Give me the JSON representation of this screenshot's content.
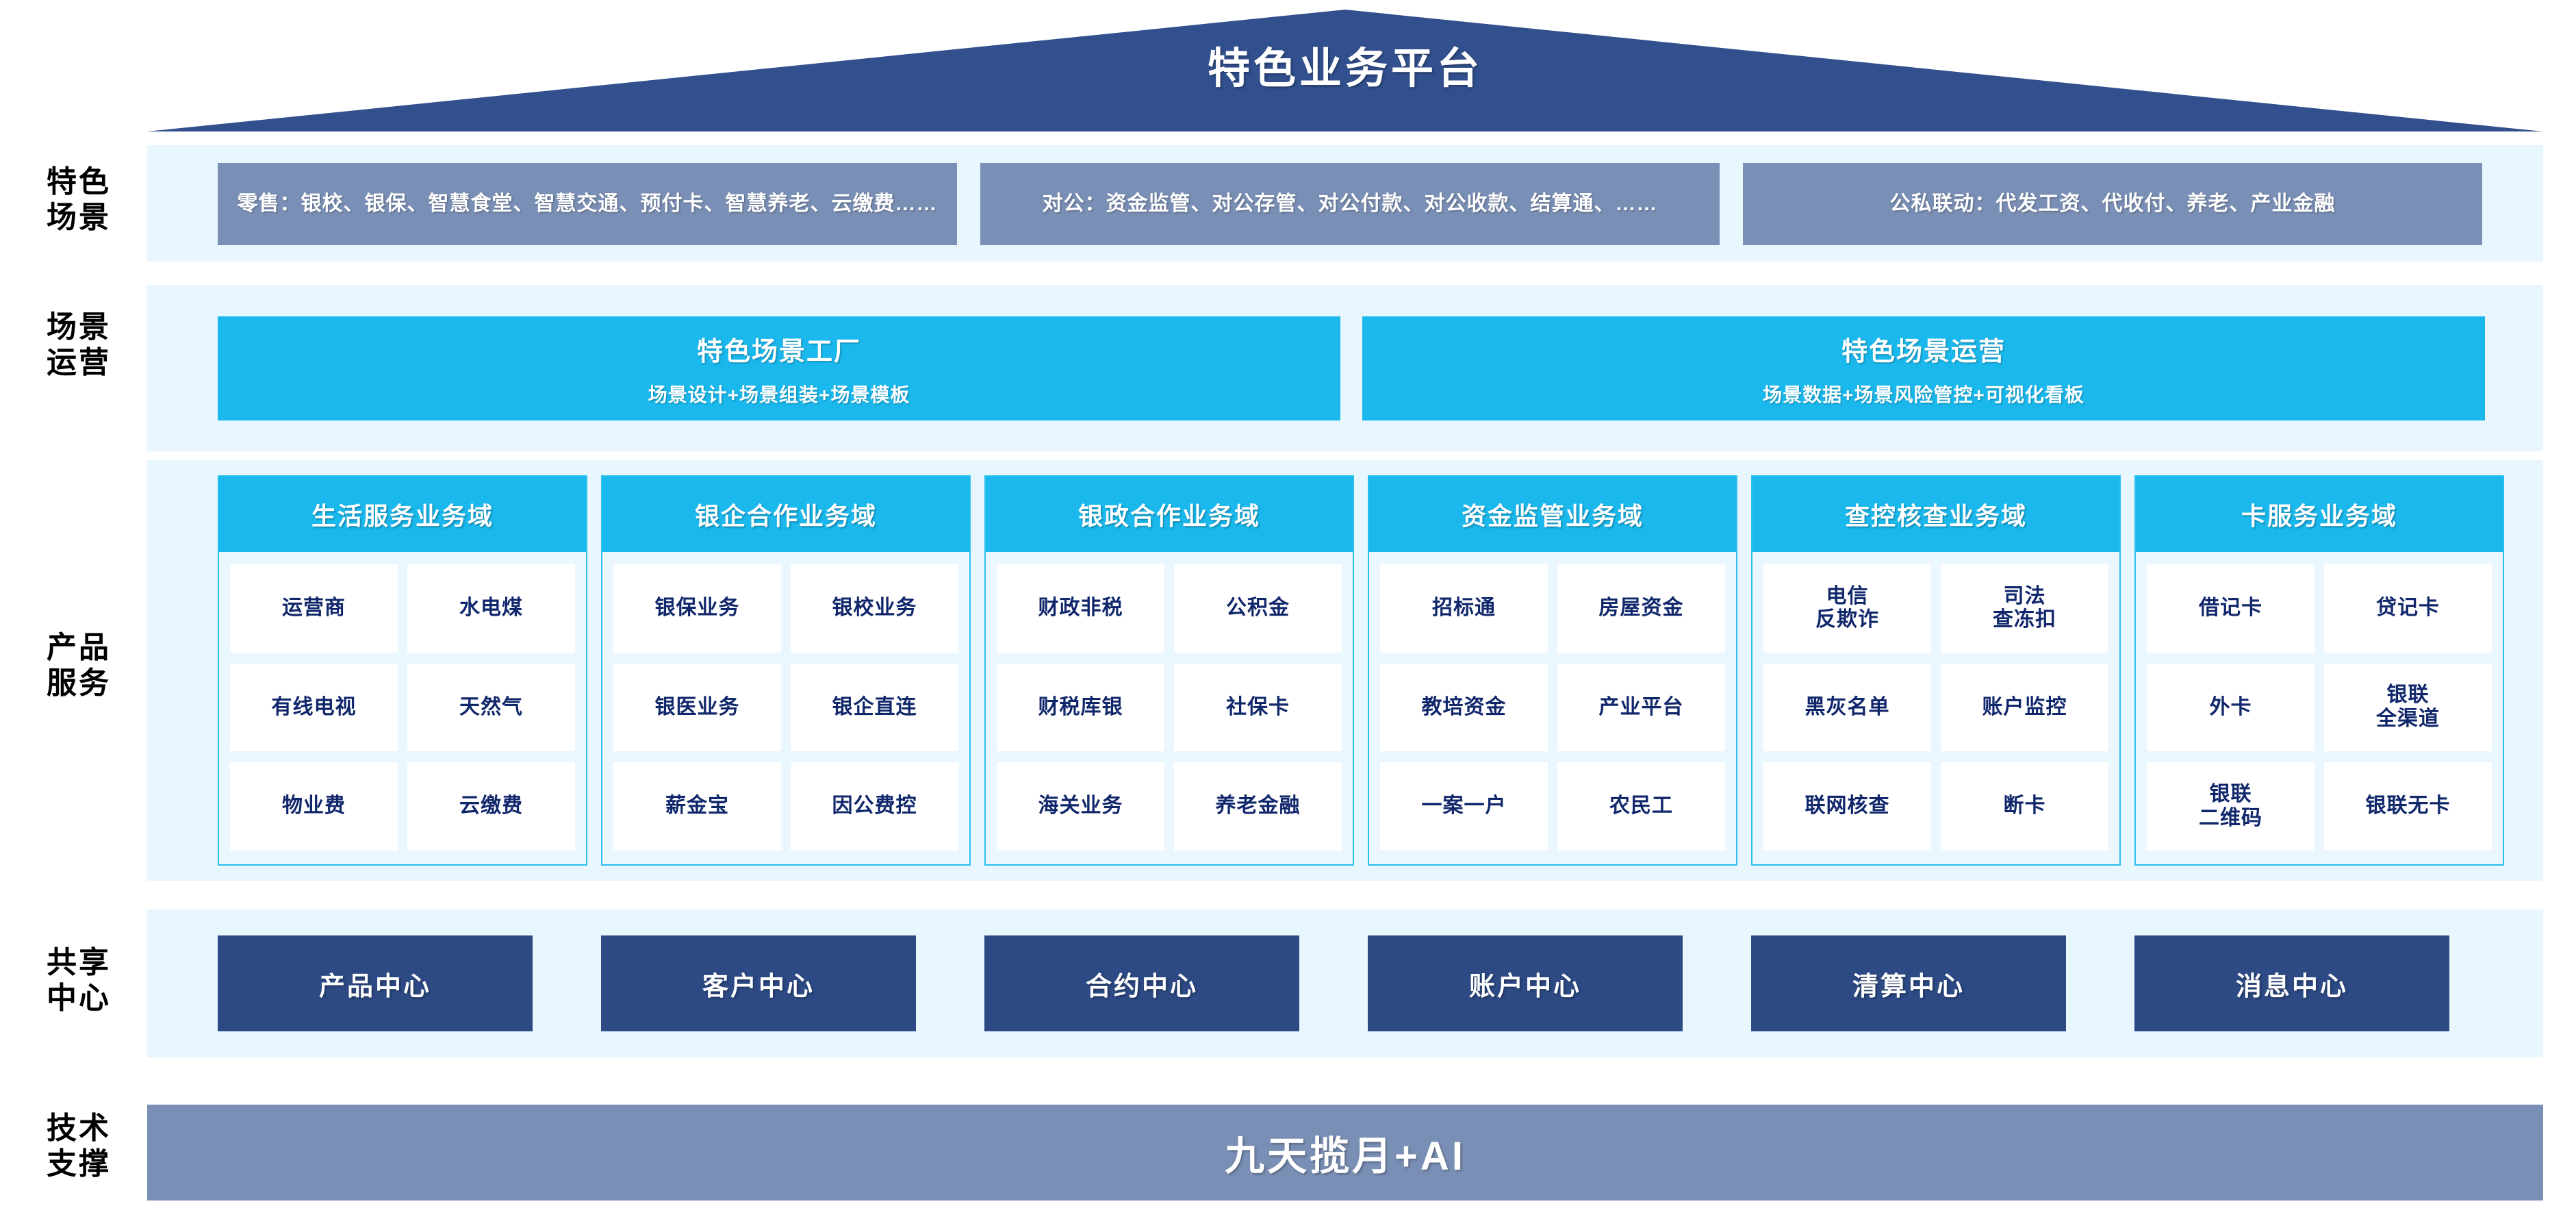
{
  "header": {
    "title": "特色业务平台",
    "banner_color": "#32508e"
  },
  "palette": {
    "band_bg": "#e8f6fd",
    "slate_blue": "#7a8fb5",
    "cyan": "#1ab8ec",
    "dark_navy": "#2d4a85",
    "cell_text": "#11276b"
  },
  "rows": {
    "scenarios": {
      "label_line1": "特色",
      "label_line2": "场景",
      "items": [
        {
          "text": "零售：银校、银保、智慧食堂、智慧交通、预付卡、智慧养老、云缴费……"
        },
        {
          "text": "对公：资金监管、对公存管、对公付款、对公收款、结算通、……"
        },
        {
          "text": "公私联动：代发工资、代收付、养老、产业金融"
        }
      ]
    },
    "operations": {
      "label_line1": "场景",
      "label_line2": "运营",
      "items": [
        {
          "title": "特色场景工厂",
          "subtitle": "场景设计+场景组装+场景模板"
        },
        {
          "title": "特色场景运营",
          "subtitle": "场景数据+场景风险管控+可视化看板"
        }
      ]
    },
    "products": {
      "label_line1": "产品",
      "label_line2": "服务",
      "domains": [
        {
          "title": "生活服务业务域",
          "cells": [
            "运营商",
            "水电煤",
            "有线电视",
            "天然气",
            "物业费",
            "云缴费"
          ]
        },
        {
          "title": "银企合作业务域",
          "cells": [
            "银保业务",
            "银校业务",
            "银医业务",
            "银企直连",
            "薪金宝",
            "因公费控"
          ]
        },
        {
          "title": "银政合作业务域",
          "cells": [
            "财政非税",
            "公积金",
            "财税库银",
            "社保卡",
            "海关业务",
            "养老金融"
          ]
        },
        {
          "title": "资金监管业务域",
          "cells": [
            "招标通",
            "房屋资金",
            "教培资金",
            "产业平台",
            "一案一户",
            "农民工"
          ]
        },
        {
          "title": "查控核查业务域",
          "cells": [
            "电信\n反欺诈",
            "司法\n查冻扣",
            "黑灰名单",
            "账户监控",
            "联网核查",
            "断卡"
          ]
        },
        {
          "title": "卡服务业务域",
          "cells": [
            "借记卡",
            "贷记卡",
            "外卡",
            "银联\n全渠道",
            "银联\n二维码",
            "银联无卡"
          ]
        }
      ]
    },
    "shared_centers": {
      "label_line1": "共享",
      "label_line2": "中心",
      "items": [
        "产品中心",
        "客户中心",
        "合约中心",
        "账户中心",
        "清算中心",
        "消息中心"
      ]
    },
    "technical_support": {
      "label_line1": "技术",
      "label_line2": "支撑",
      "item": "九天揽月+AI"
    }
  }
}
